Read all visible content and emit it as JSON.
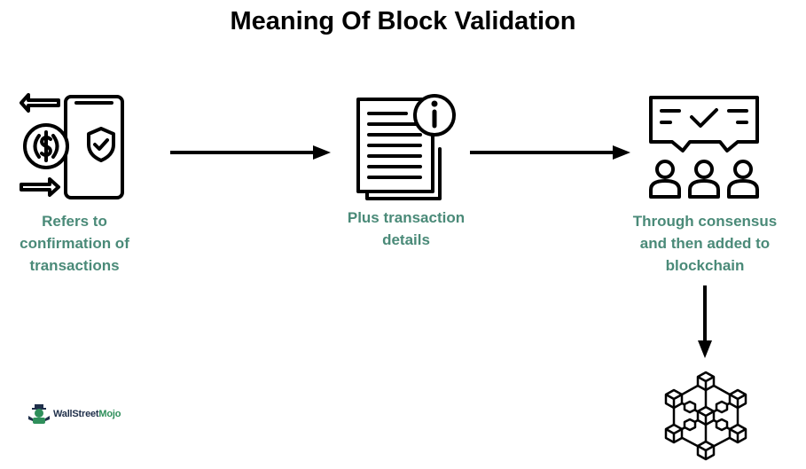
{
  "title": "Meaning Of Block Validation",
  "steps": [
    {
      "label": "Refers to\nconfirmation of\ntransactions",
      "icon": "mobile-payment-icon"
    },
    {
      "label": "Plus transaction\ndetails",
      "icon": "document-info-icon"
    },
    {
      "label": "Through consensus\nand then added to\nblockchain",
      "icon": "consensus-group-icon"
    }
  ],
  "end_icon": "blockchain-network-icon",
  "logo": {
    "text_main": "WallStreet",
    "text_accent": "Mojo"
  },
  "colors": {
    "label": "#4a8a78",
    "title": "#000000",
    "logo_accent": "#2f8f5b"
  }
}
